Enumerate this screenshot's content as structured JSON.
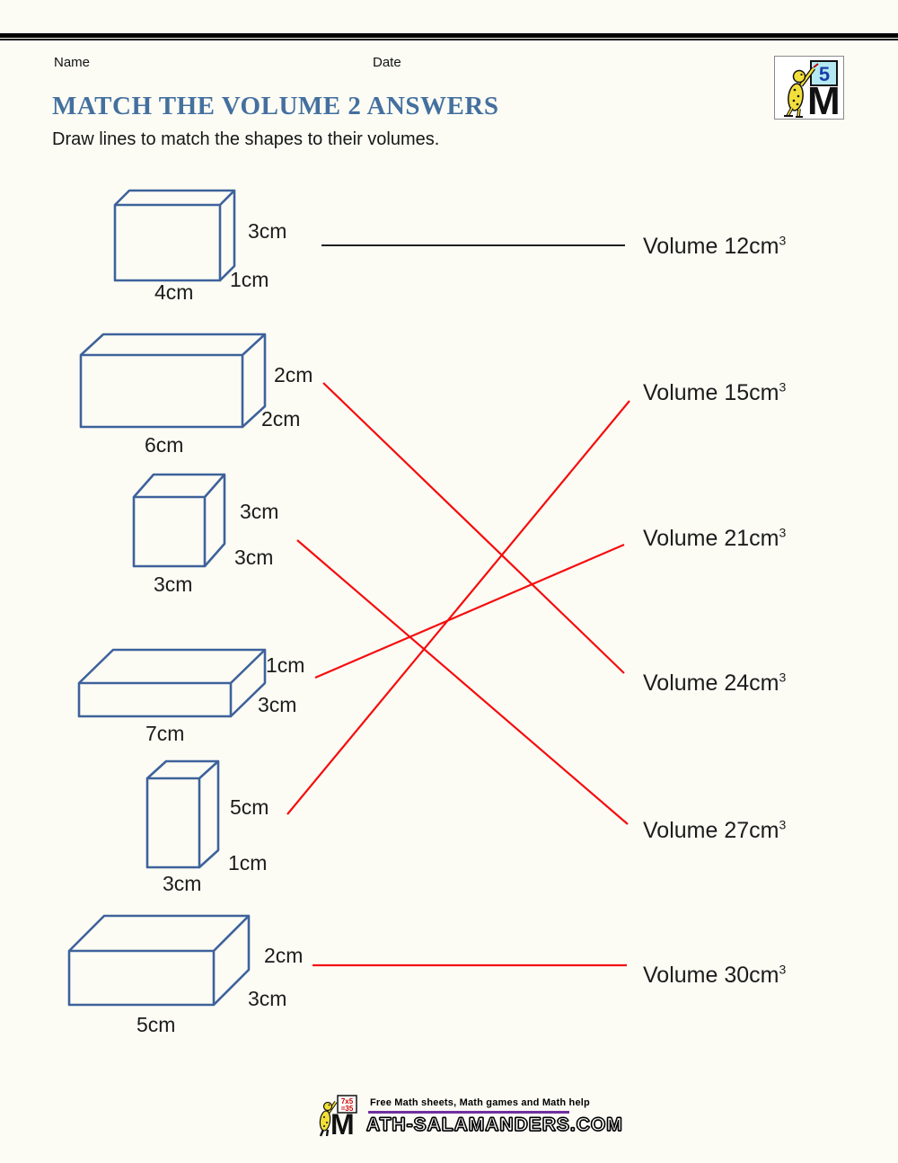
{
  "page": {
    "name_label": "Name",
    "date_label": "Date",
    "title": "MATCH THE VOLUME 2 ANSWERS",
    "subtitle": "Draw lines to match the shapes to their volumes."
  },
  "colors": {
    "title": "#44709f",
    "shape_stroke": "#3e629b",
    "line_red": "#f50d0d",
    "line_black": "#000000",
    "footer_rule": "#7030a0",
    "logo_board": "#b5e9f2",
    "salamander_yellow": "#f2df3a"
  },
  "header_logo": {
    "grade": "5",
    "letter": "M"
  },
  "shapes": [
    {
      "height": "3cm",
      "depth": "1cm",
      "width": "4cm"
    },
    {
      "height": "2cm",
      "depth": "2cm",
      "width": "6cm"
    },
    {
      "height": "3cm",
      "depth": "3cm",
      "width": "3cm"
    },
    {
      "height": "1cm",
      "depth": "3cm",
      "width": "7cm"
    },
    {
      "height": "5cm",
      "depth": "1cm",
      "width": "3cm"
    },
    {
      "height": "2cm",
      "depth": "3cm",
      "width": "5cm"
    }
  ],
  "volumes": [
    {
      "text": "Volume 12cm",
      "sup": "3"
    },
    {
      "text": "Volume 15cm",
      "sup": "3"
    },
    {
      "text": "Volume 21cm",
      "sup": "3"
    },
    {
      "text": "Volume 24cm",
      "sup": "3"
    },
    {
      "text": "Volume 27cm",
      "sup": "3"
    },
    {
      "text": "Volume 30cm",
      "sup": "3"
    }
  ],
  "matches": [
    {
      "shape": 0,
      "volume": 0,
      "color": "#000000"
    },
    {
      "shape": 1,
      "volume": 3,
      "color": "#f50d0d"
    },
    {
      "shape": 2,
      "volume": 4,
      "color": "#f50d0d"
    },
    {
      "shape": 3,
      "volume": 2,
      "color": "#f50d0d"
    },
    {
      "shape": 4,
      "volume": 1,
      "color": "#f50d0d"
    },
    {
      "shape": 5,
      "volume": 5,
      "color": "#f50d0d"
    }
  ],
  "footer": {
    "tagline": "Free Math sheets, Math games and Math help",
    "site_rest": "ATH-SALAMANDERS.COM",
    "board_line1": "7x5",
    "board_line2": "=35"
  }
}
